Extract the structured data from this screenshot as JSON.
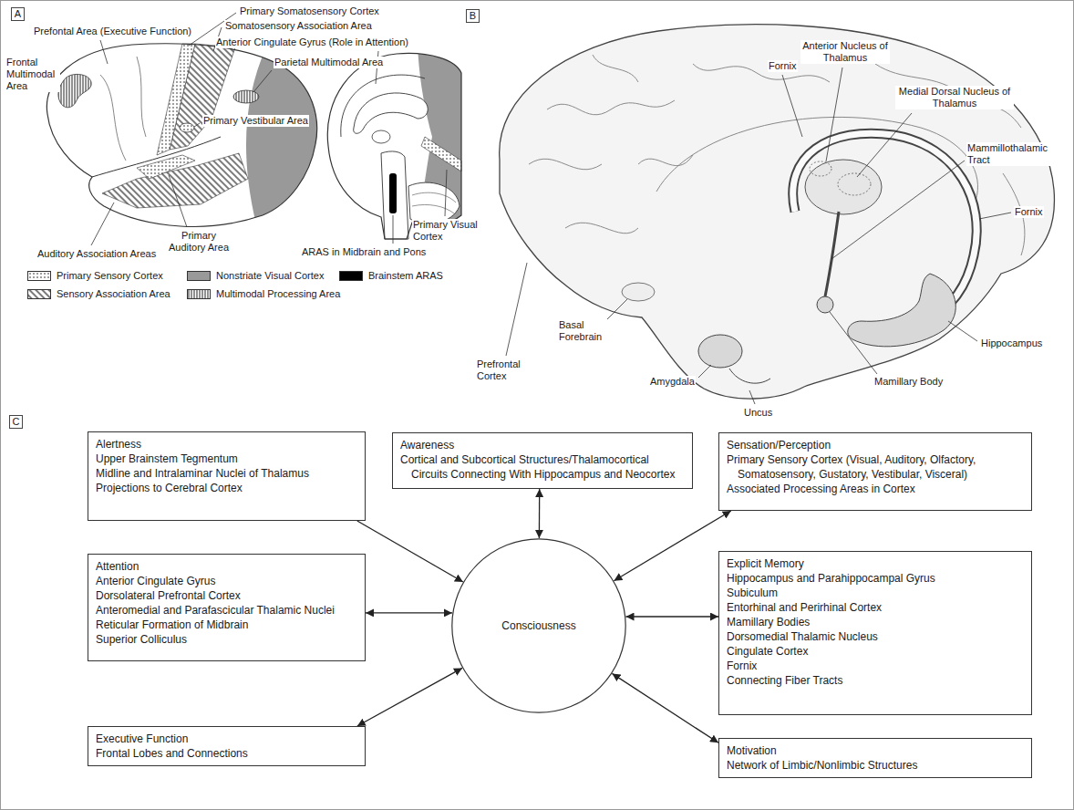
{
  "diagram": {
    "nodes": [
      {
        "text": [
          "A"
        ]
      },
      {
        "text": [
          "B"
        ]
      },
      {
        "text": [
          "C"
        ]
      },
      {
        "text": [
          "Alertness",
          "Upper Brainstem Tegmentum",
          "Midline and Intralaminar Nuclei of Thalamus",
          "Projections to Cerebral Cortex"
        ]
      },
      {
        "text": [
          "Awareness",
          "Cortical and Subcortical Structures/Thalamocortical Circuits Connecting With Hippocampus and Neocortex"
        ]
      },
      {
        "text": [
          "Sensation/Perception",
          "Primary Sensory Cortex (Visual, Auditory, Olfactory, Somatosensory, Gustatory, Vestibular, Visceral)",
          "Associated Processing Areas in Cortex"
        ]
      },
      {
        "text": [
          "Attention",
          "Anterior Cingulate Gyrus",
          "Dorsolateral Prefrontal Cortex",
          "Anteromedial and Parafascicular Thalamic Nuclei",
          "Reticular Formation of Midbrain",
          "Superior Colliculus"
        ]
      },
      {
        "text": [
          "Consciousness"
        ]
      },
      {
        "text": [
          "Explicit Memory",
          "Hippocampus and Parahippocampal Gyrus",
          "Subiculum",
          "Entorhinal and Perirhinal Cortex",
          "Mamillary Bodies",
          "Dorsomedial Thalamic Nucleus",
          "Cingulate Cortex",
          "Fornix",
          "Connecting Fiber Tracts"
        ]
      },
      {
        "text": [
          "Executive Function",
          "Frontal Lobes and Connections"
        ]
      },
      {
        "text": [
          "Motivation",
          "Network of Limbic/Nonlimbic Structures"
        ]
      }
    ],
    "edges": [
      {
        "from": 3,
        "to": 7,
        "arrow": "to"
      },
      {
        "from": 4,
        "to": 7,
        "arrow": "both"
      },
      {
        "from": 5,
        "to": 7,
        "arrow": "both"
      },
      {
        "from": 6,
        "to": 7,
        "arrow": "both"
      },
      {
        "from": 8,
        "to": 7,
        "arrow": "both"
      },
      {
        "from": 9,
        "to": 7,
        "arrow": "both"
      },
      {
        "from": 10,
        "to": 7,
        "arrow": "both"
      }
    ],
    "labels": [
      "Primary Somatosensory Cortex",
      "Somatosensory Association Area",
      "Prefontal Area (Executive Function)",
      "Frontal Multimodal Area",
      "Anterior Cingulate Gyrus (Role in Attention)",
      "Parietal Multimodal Area",
      "Primary Vestibular Area",
      "Primary Auditory Area",
      "Auditory Association Areas",
      "ARAS in Midbrain and Pons",
      "Primary Visual Cortex",
      "Fornix",
      "Anterior Nucleus of Thalamus",
      "Medial Dorsal Nucleus of Thalamus",
      "Mammillothalamic Tract",
      "Fornix",
      "Hippocampus",
      "Mamillary Body",
      "Uncus",
      "Amygdala",
      "Basal Forebrain",
      "Prefrontal Cortex"
    ],
    "legend": [
      {
        "text": "Primary Sensory Cortex"
      },
      {
        "text": "Nonstriate Visual Cortex",
        "color": "#999999"
      },
      {
        "text": "Brainstem ARAS",
        "color": "#000000"
      },
      {
        "text": "Sensory Association Area"
      },
      {
        "text": "Multimodal Processing Area"
      }
    ]
  }
}
